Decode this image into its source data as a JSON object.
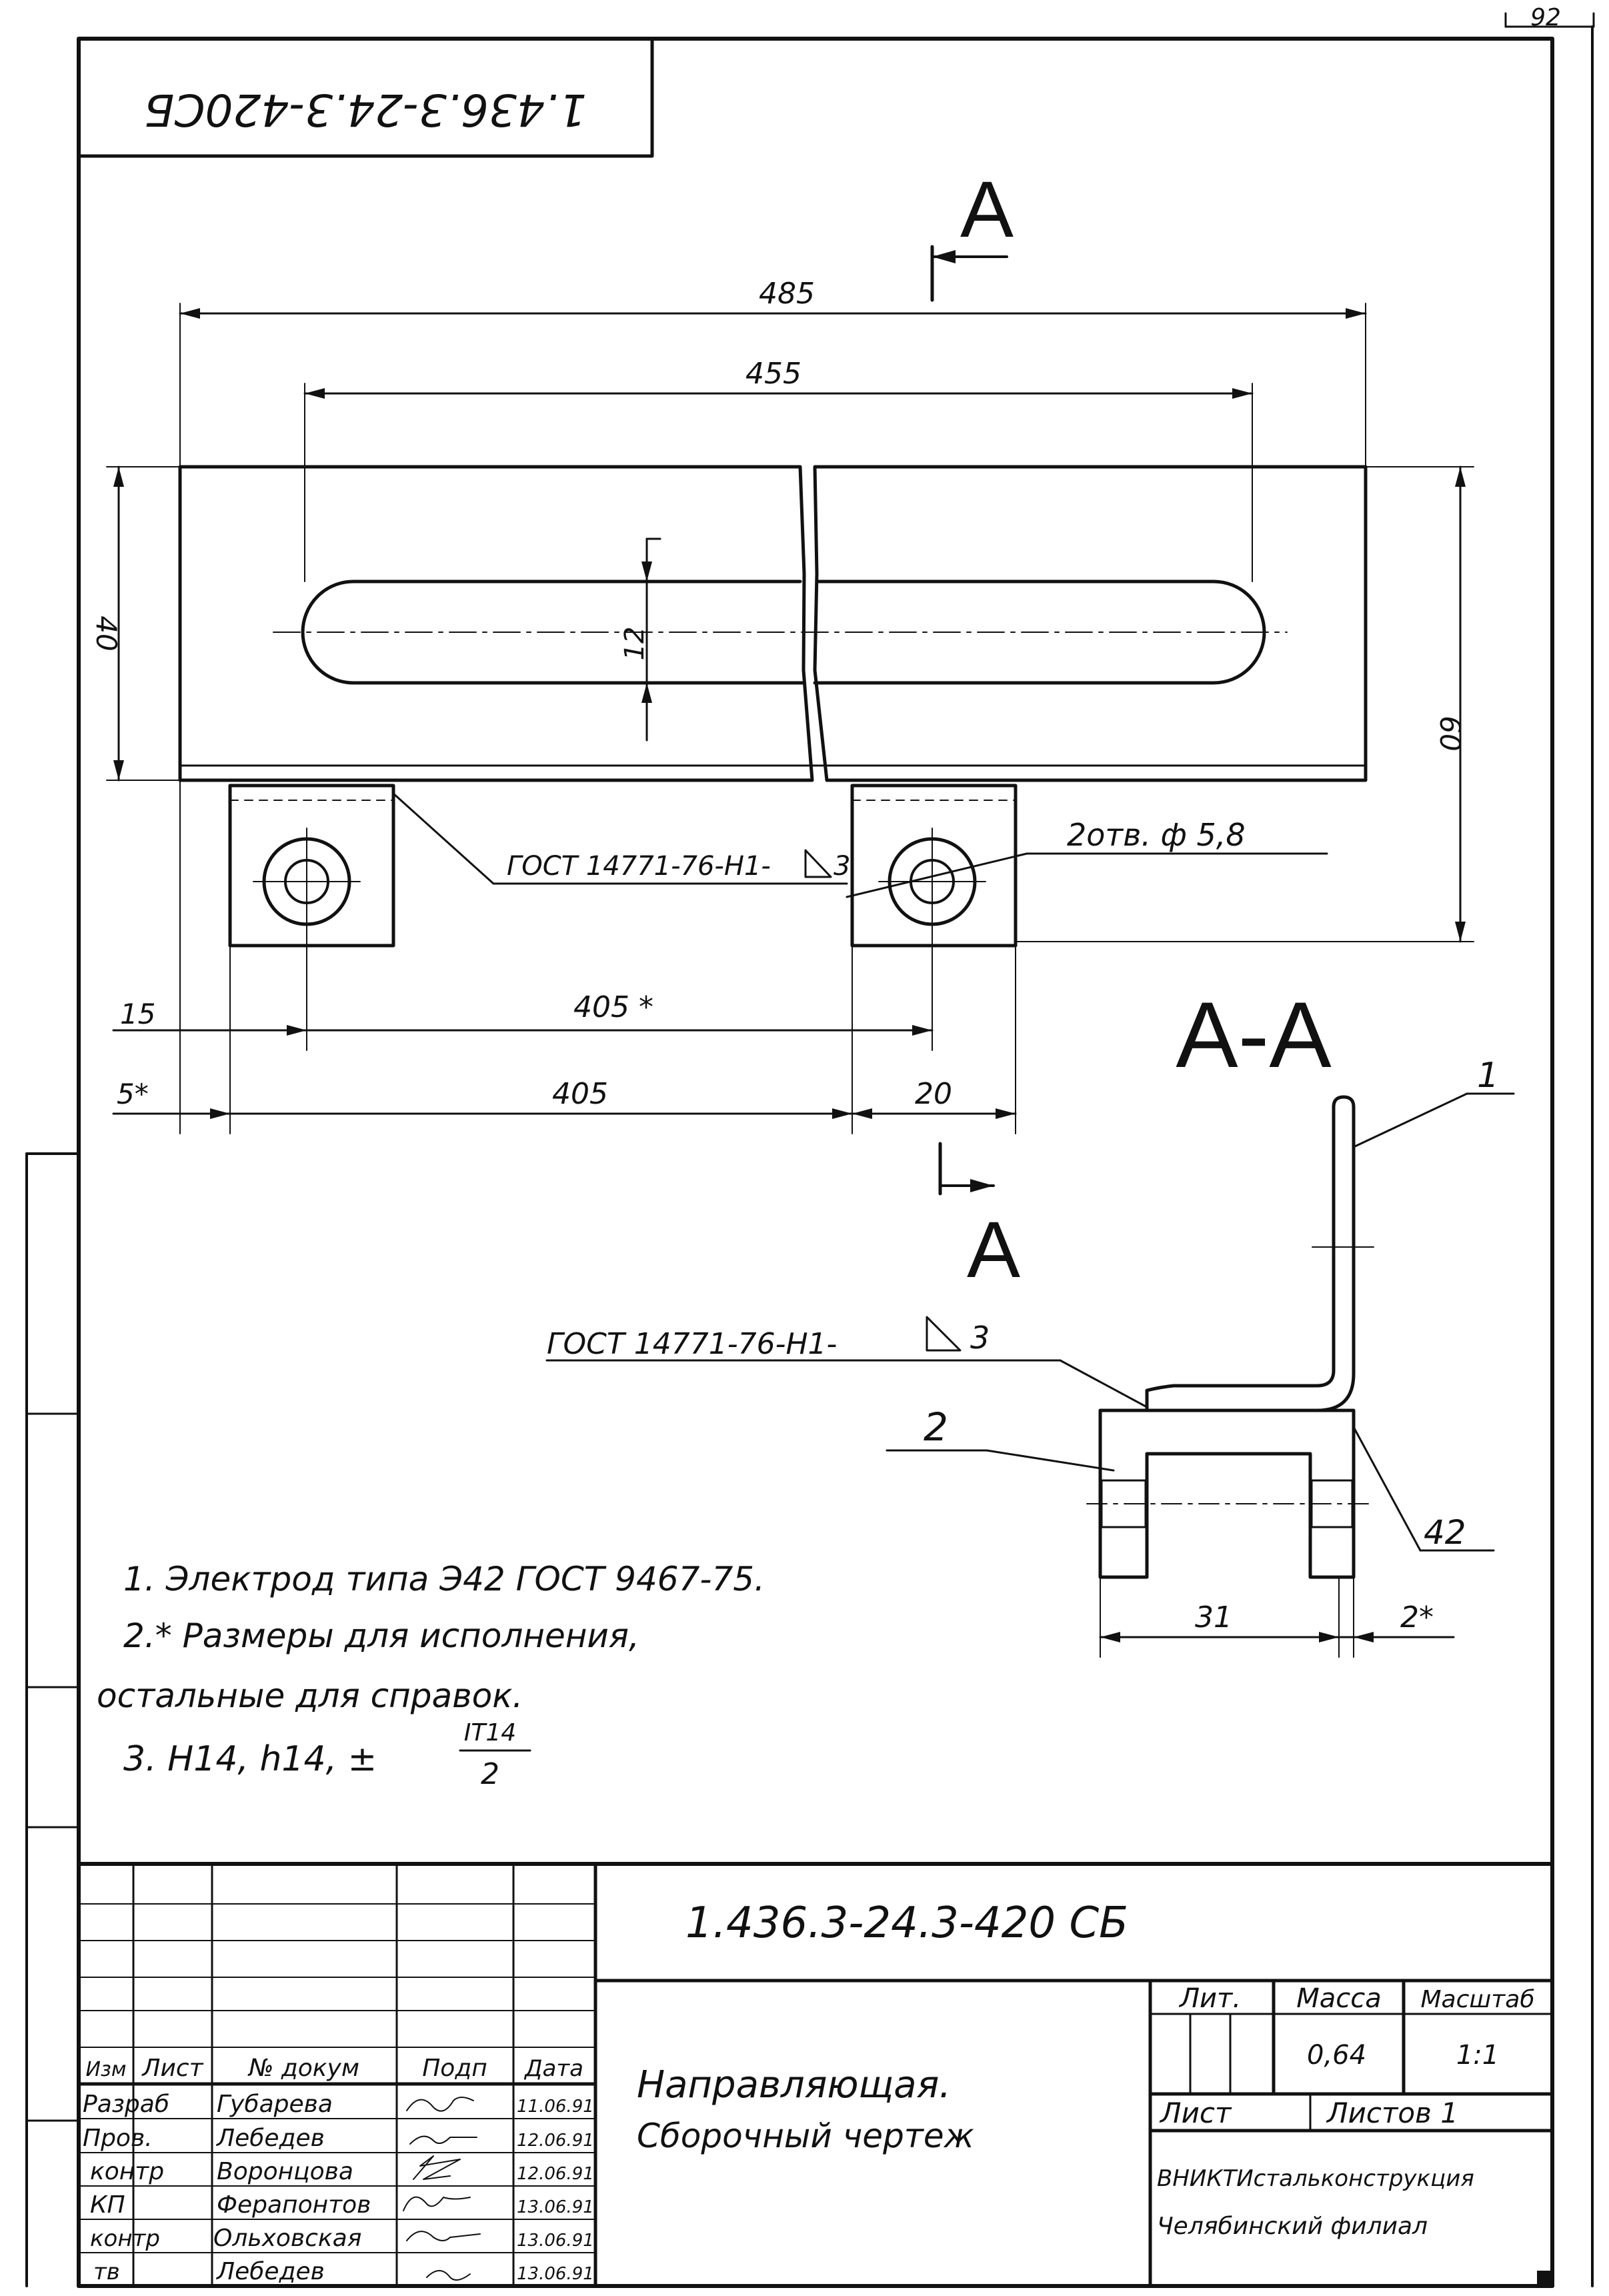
{
  "corner_sheet_number": "92",
  "rotated_stamp": "1.436.3-24.3-420СБ",
  "plan_view": {
    "dims": {
      "d485": "485",
      "d455": "455",
      "d40": "40",
      "d12": "12",
      "d60": "60",
      "d15": "15",
      "d405star": "405 *",
      "d5star": "5*",
      "d405": "405",
      "d20": "20"
    },
    "hole_callout": "2отв. ф 5,8",
    "weld_callout": "ГОСТ 14771-76-Н1-",
    "weld_size": "3",
    "section_letter": "А"
  },
  "section_view": {
    "title": "А-А",
    "weld_callout": "ГОСТ 14771-76-Н1-",
    "weld_size": "3",
    "part1": "1",
    "part2": "2",
    "dim_42": "42",
    "dim_31": "31",
    "dim_2star": "2*"
  },
  "notes": {
    "note1": "1. Электрод типа Э42 ГОСТ 9467-75.",
    "note2a": "2.* Размеры для исполнения,",
    "note2b": "остальные для справок.",
    "note3": "3. Н14, h14, ±",
    "note3_num": "IT14",
    "note3_den": "2"
  },
  "title_block": {
    "designation": "1.436.3-24.3-420 СБ",
    "name_line1": "Направляющая.",
    "name_line2": "Сборочный чертеж",
    "col_headers": [
      "Изм",
      "Лист",
      "№ докум",
      "Подп",
      "Дата"
    ],
    "roles": [
      {
        "role": "Разраб",
        "name": "Губарева",
        "date": "11.06.91"
      },
      {
        "role": "Пров.",
        "name": "Лебедев",
        "date": "12.06.91"
      },
      {
        "role": "контр",
        "name": "Воронцова",
        "date": "12.06.91"
      },
      {
        "role": "КП",
        "name": "Ферапонтов",
        "date": "13.06.91"
      },
      {
        "role": "контр",
        "name": "Ольховская",
        "date": "13.06.91"
      },
      {
        "role": "тв",
        "name": "Лебедев",
        "date": "13.06.91"
      }
    ],
    "lit_label": "Лит.",
    "mass_label": "Масса",
    "scale_label": "Масштаб",
    "mass_value": "0,64",
    "scale_value": "1:1",
    "sheet_label": "Лист",
    "sheets_label": "Листов 1",
    "org_line1": "ВНИКТИстальконструкция",
    "org_line2": "Челябинский филиал"
  }
}
